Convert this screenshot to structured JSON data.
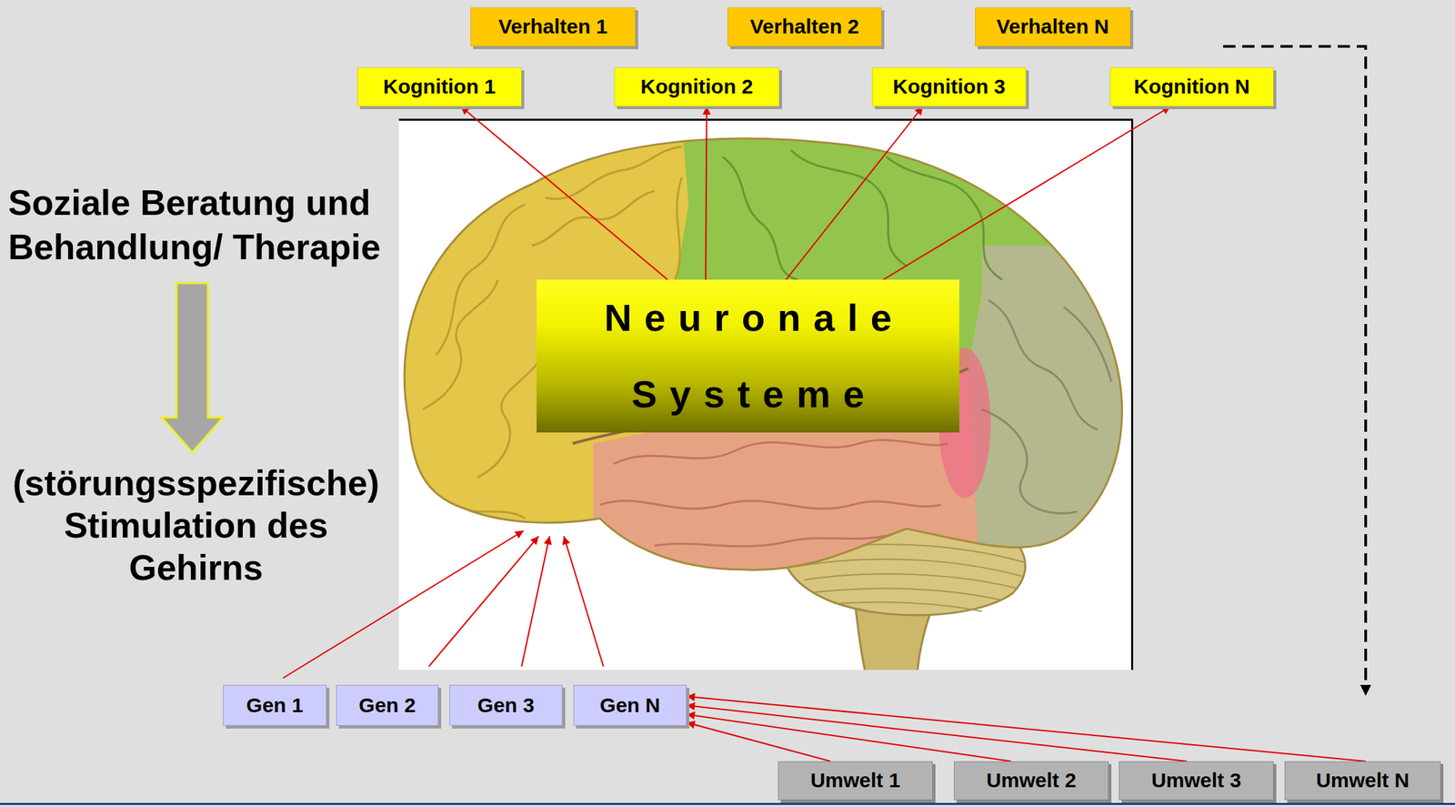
{
  "diagram": {
    "nodes": [
      {
        "text": [
          "Verhalten 1"
        ]
      },
      {
        "text": [
          "Verhalten 2"
        ]
      },
      {
        "text": [
          "Verhalten N"
        ]
      },
      {
        "text": [
          "Kognition 1"
        ]
      },
      {
        "text": [
          "Kognition 2"
        ]
      },
      {
        "text": [
          "Kognition 3"
        ]
      },
      {
        "text": [
          "Kognition N"
        ]
      },
      {
        "text": [
          "Neuronale Systeme"
        ]
      },
      {
        "text": [
          "Gen 1"
        ]
      },
      {
        "text": [
          "Gen 2"
        ]
      },
      {
        "text": [
          "Gen 3"
        ]
      },
      {
        "text": [
          "Gen N"
        ]
      },
      {
        "text": [
          "Umwelt 1"
        ]
      },
      {
        "text": [
          "Umwelt 2"
        ]
      },
      {
        "text": [
          "Umwelt 3"
        ]
      },
      {
        "text": [
          "Umwelt N"
        ]
      }
    ],
    "edges": [
      {
        "from": 7,
        "to": 3,
        "arrow": "to"
      },
      {
        "from": 7,
        "to": 4,
        "arrow": "to"
      },
      {
        "from": 7,
        "to": 5,
        "arrow": "to"
      },
      {
        "from": 7,
        "to": 6,
        "arrow": "to"
      },
      {
        "from": 12,
        "to": 11,
        "arrow": "to"
      },
      {
        "from": 13,
        "to": 11,
        "arrow": "to"
      },
      {
        "from": 14,
        "to": 11,
        "arrow": "to"
      },
      {
        "from": 15,
        "to": 11,
        "arrow": "to"
      }
    ],
    "labels": [
      "Soziale Beratung und Behandlung/ Therapie",
      "(störungsspezifische) Stimulation des Gehirns"
    ]
  }
}
